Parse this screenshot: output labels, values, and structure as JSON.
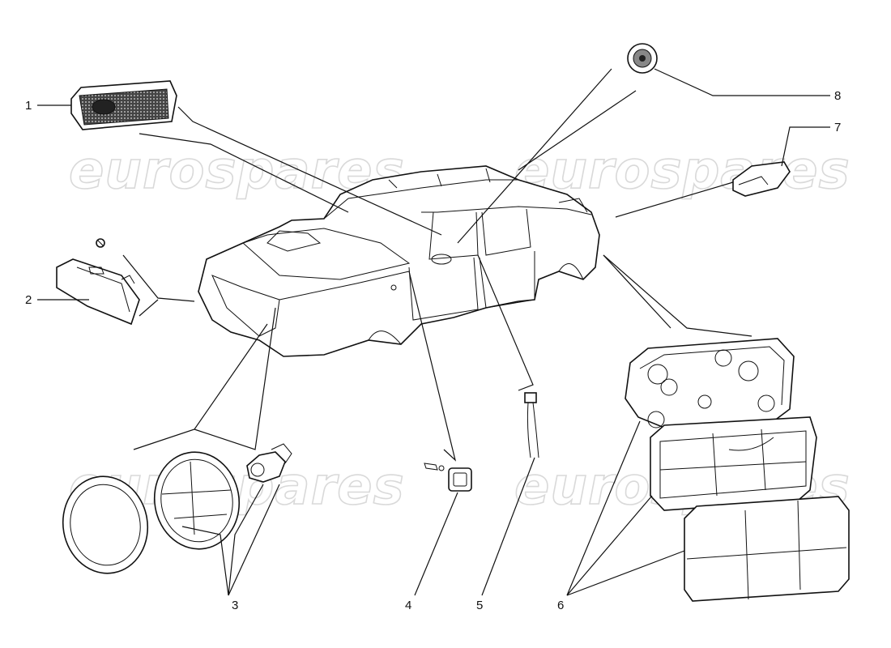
{
  "watermark": "eurospares",
  "callouts": [
    "1",
    "2",
    "3",
    "4",
    "5",
    "6",
    "7",
    "8"
  ]
}
